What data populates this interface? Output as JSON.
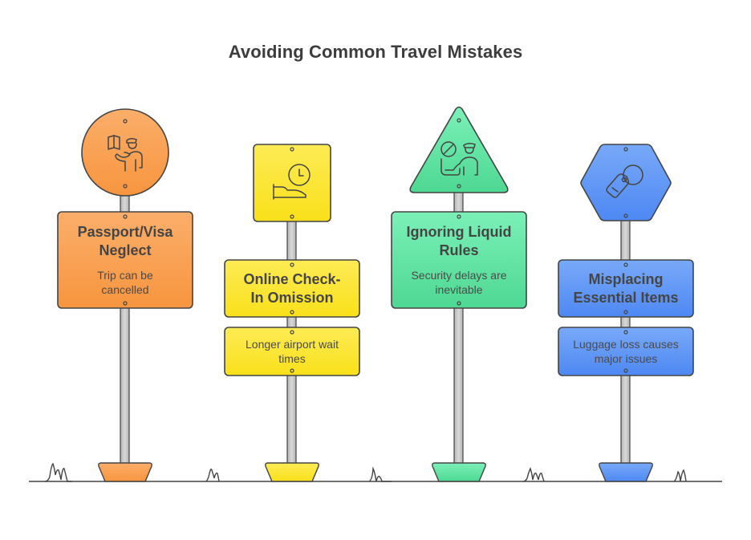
{
  "title": "Avoiding Common Travel Mistakes",
  "colors": {
    "orange": "#F9A050",
    "yellow": "#FBE232",
    "green": "#5FE0A0",
    "blue": "#5D95F5",
    "outline": "#3f3f3f",
    "pole": "#C8C8C8"
  },
  "signs": [
    {
      "shape": "circle",
      "icon": "passport-control-icon",
      "title": "Passport/Visa Neglect",
      "description": "Trip can be cancelled",
      "color": "#F9A050"
    },
    {
      "shape": "square",
      "icon": "check-in-clock-icon",
      "title": "Online Check-In Omission",
      "description": "Longer airport wait times",
      "color": "#FBE232"
    },
    {
      "shape": "triangle",
      "icon": "security-prohibited-icon",
      "title": "Ignoring Liquid Rules",
      "description": "Security delays are inevitable",
      "color": "#5FE0A0"
    },
    {
      "shape": "hexagon",
      "icon": "luggage-tag-icon",
      "title": "Misplacing Essential Items",
      "description": "Luggage loss causes major issues",
      "color": "#5D95F5"
    }
  ]
}
